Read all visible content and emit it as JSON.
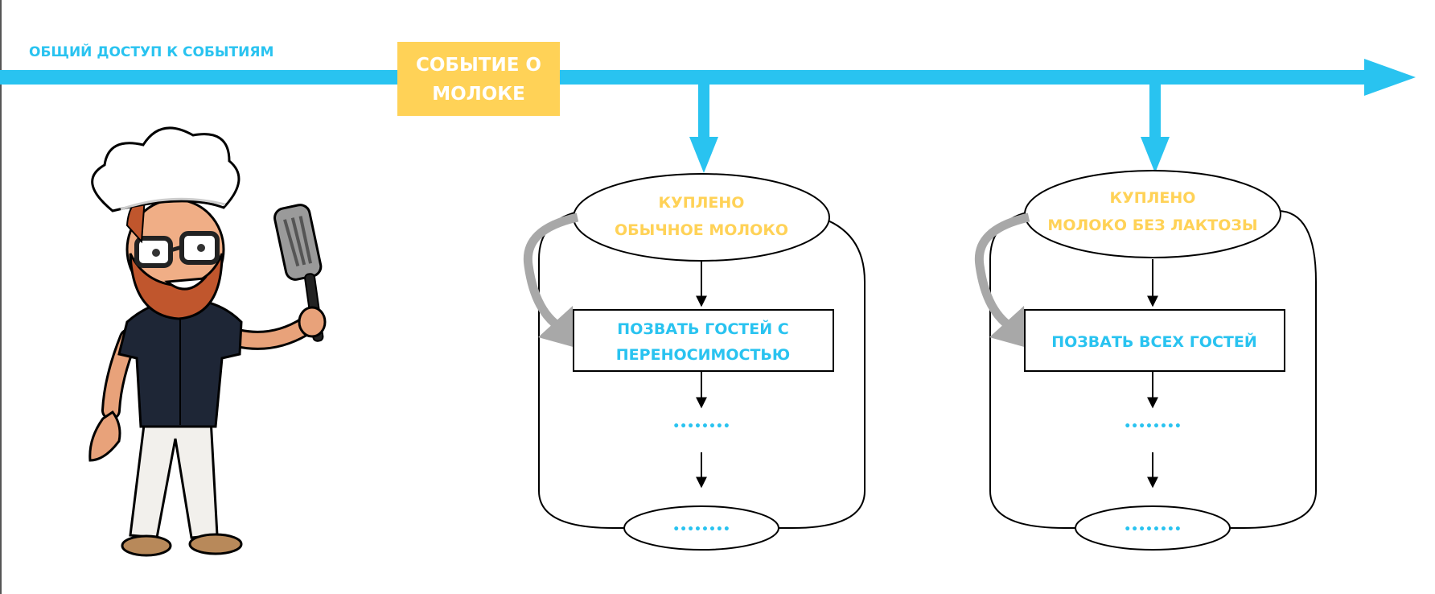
{
  "colors": {
    "timeline": "#29C3F0",
    "event_box": "#FFD257",
    "event_text": "#FFFFFF",
    "accent_yellow": "#FFD257",
    "accent_blue": "#29C3F0",
    "loop_arrow": "#A8A8A8",
    "stroke": "#000000"
  },
  "timeline": {
    "label": "ОБЩИЙ ДОСТУП К СОБЫТИЯМ",
    "event": {
      "line1": "СОБЫТИЕ О",
      "line2": "МОЛОКЕ"
    }
  },
  "character": {
    "icon": "chef-avatar-with-spatula"
  },
  "flows": [
    {
      "trigger": {
        "line1": "КУПЛЕНО",
        "line2": "ОБЫЧНОЕ МОЛОКО"
      },
      "action": {
        "line1": "ПОЗВАТЬ ГОСТЕЙ С",
        "line2": "ПЕРЕНОСИМОСТЬЮ"
      },
      "ellipsis": "••••••••",
      "end": "••••••••"
    },
    {
      "trigger": {
        "line1": "КУПЛЕНО",
        "line2": "МОЛОКО БЕЗ ЛАКТОЗЫ"
      },
      "action": {
        "line1": "ПОЗВАТЬ ВСЕХ ГОСТЕЙ",
        "line2": ""
      },
      "ellipsis": "••••••••",
      "end": "••••••••"
    }
  ]
}
